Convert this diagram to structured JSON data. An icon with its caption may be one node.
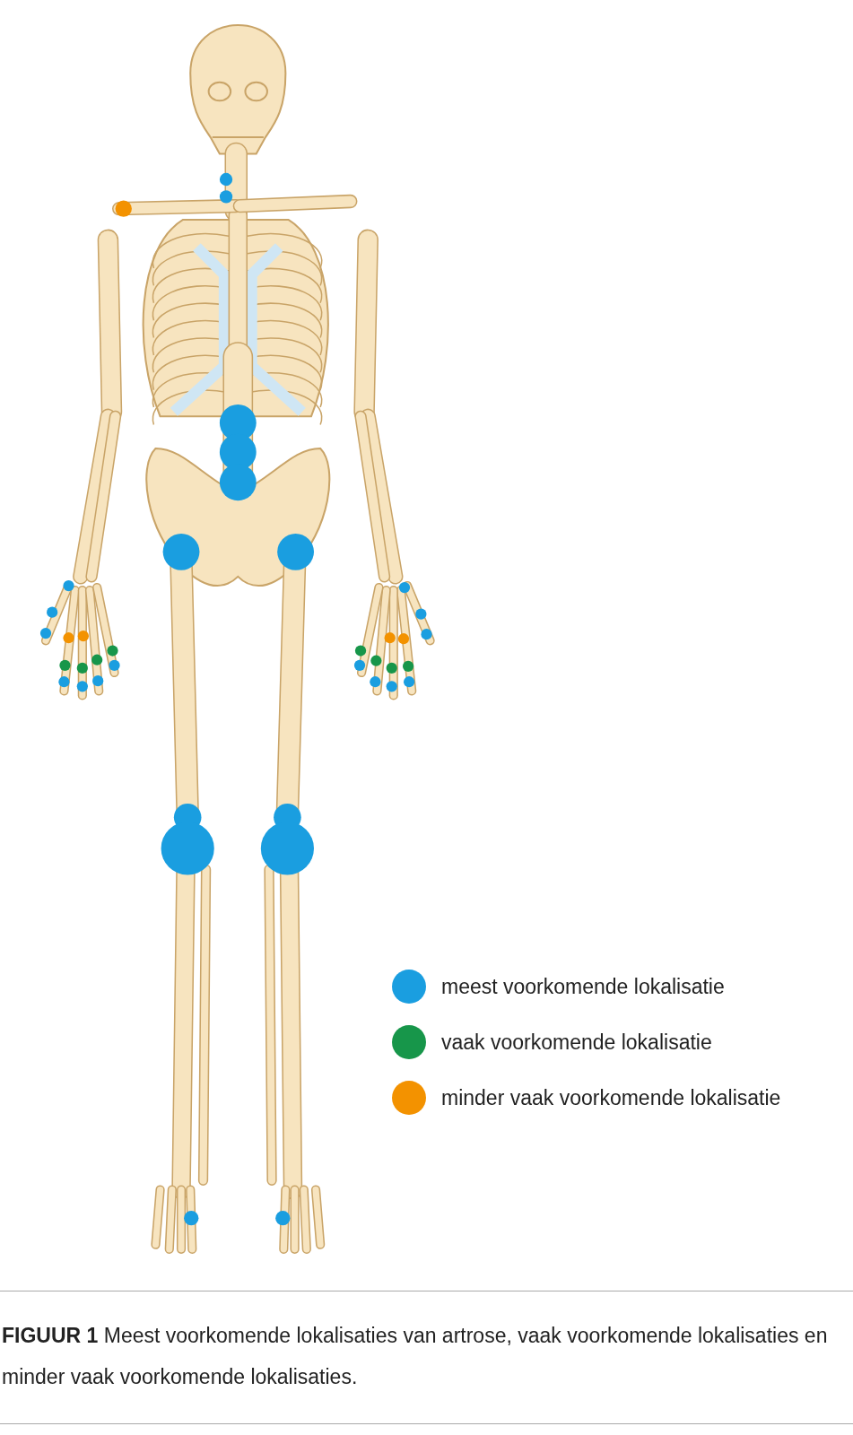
{
  "diagram": {
    "caption": "**FIGUUR 1** Meest voorkomende lokalisaties van artrose, vaak voorkomende lokalisaties en minder vaak voorkomende lokalisaties.",
    "legend": [
      {
        "text": "meest voorkomende lokalisatie",
        "color": "#1a9ee0"
      },
      {
        "text": "vaak voorkomende lokalisatie",
        "color": "#17964a"
      },
      {
        "text": "minder vaak voorkomende lokalisatie",
        "color": "#f39200"
      }
    ]
  }
}
